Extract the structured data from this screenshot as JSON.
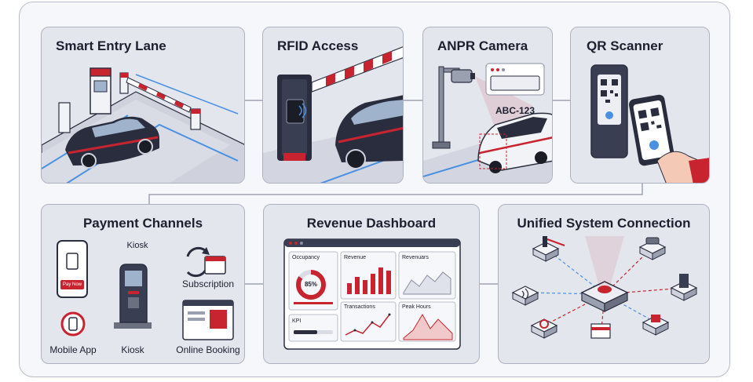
{
  "panels": {
    "smart_entry": {
      "title": "Smart Entry Lane"
    },
    "rfid": {
      "title": "RFID Access"
    },
    "anpr": {
      "title": "ANPR Camera",
      "plate": "ABC-123"
    },
    "qr": {
      "title": "QR Scanner"
    },
    "payment": {
      "title": "Payment Channels",
      "top_label": "Kiosk",
      "pay_now": "Pay Now",
      "subscription": "Subscription",
      "mobile_app": "Mobile App",
      "kiosk": "Kiosk",
      "online_booking": "Online Booking"
    },
    "dashboard": {
      "title": "Revenue Dashboard",
      "cards": {
        "occupancy": "Occupancy",
        "occupancy_value": "85%",
        "revenue": "Revenue",
        "revenuars": "Revenuars",
        "kpi": "KPI",
        "transactions": "Transactions",
        "peak_hours": "Peak Hours"
      }
    },
    "unified": {
      "title": "Unified System Connection"
    }
  },
  "colors": {
    "accent": "#c8242f",
    "panel_bg": "#e4e6ee",
    "outline": "#2a2d3e",
    "road": "#d3d6e0",
    "lane_blue": "#4a90e2"
  }
}
